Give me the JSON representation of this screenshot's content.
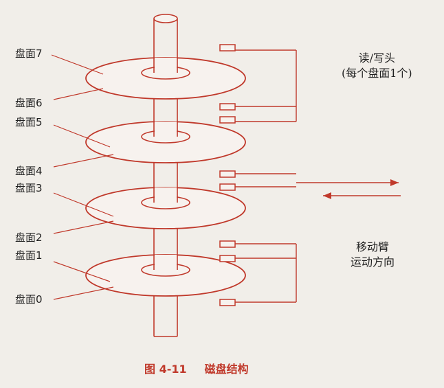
{
  "colors": {
    "line": "#c0392b",
    "fill": "#f7f2ee",
    "text": "#1f1f1f",
    "background": "#f1eee9"
  },
  "platters": [
    {
      "top": "盘面7",
      "bottom": "盘面6"
    },
    {
      "top": "盘面5",
      "bottom": "盘面4"
    },
    {
      "top": "盘面3",
      "bottom": "盘面2"
    },
    {
      "top": "盘面1",
      "bottom": "盘面0"
    }
  ],
  "head_label": {
    "line1": "读/写头",
    "line2": "(每个盘面1个)"
  },
  "arm_label": {
    "line1": "移动臂",
    "line2": "运动方向"
  },
  "caption": {
    "number": "图 4-11",
    "title": "磁盘结构"
  }
}
